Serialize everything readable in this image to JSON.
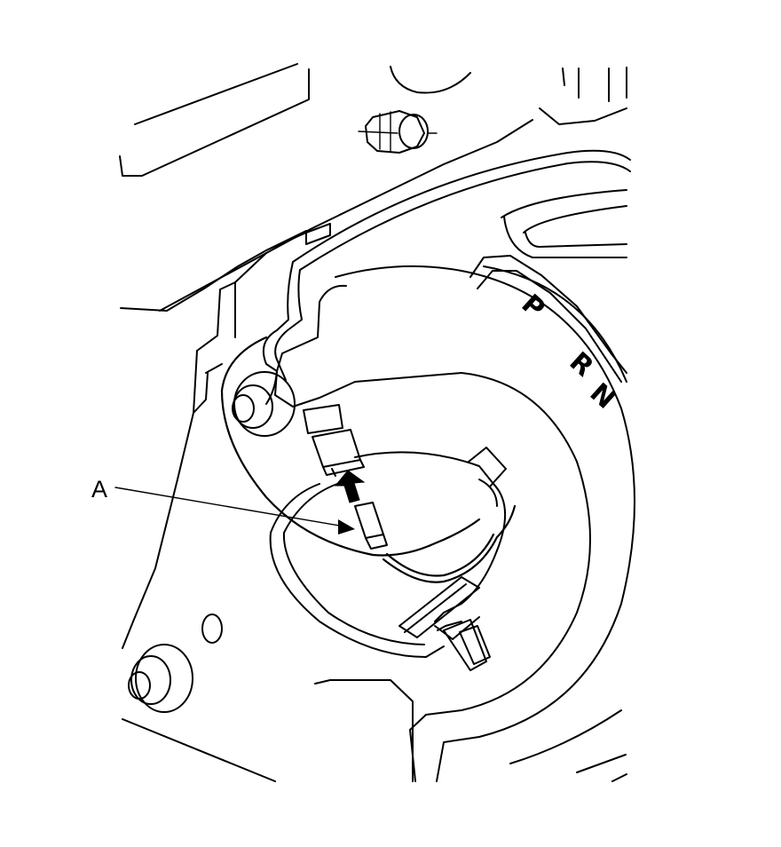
{
  "diagram": {
    "callout_label": "A",
    "gear_indicators": [
      "P",
      "R",
      "N"
    ]
  }
}
